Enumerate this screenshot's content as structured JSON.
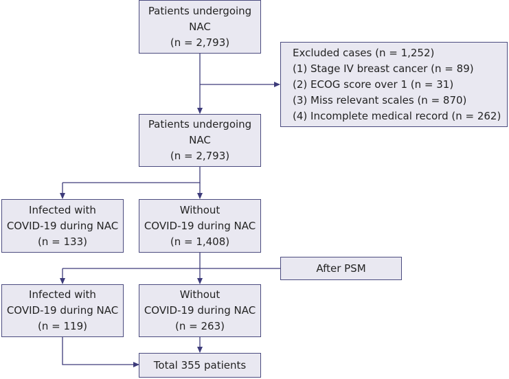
{
  "colors": {
    "box_fill": "#e9e8f1",
    "box_border": "#4a4a7e",
    "arrow": "#3d3b7a",
    "text": "#232323"
  },
  "nodes": {
    "start": {
      "lines": [
        "Patients undergoing",
        "NAC",
        "(n = 2,793)"
      ]
    },
    "excluded": {
      "lines": [
        "Excluded cases (n = 1,252)",
        "(1) Stage IV breast cancer (n = 89)",
        "(2) ECOG score over 1 (n = 31)",
        "(3) Miss relevant scales (n = 870)",
        "(4) Incomplete medical record (n = 262)"
      ]
    },
    "eligible": {
      "lines": [
        "Patients undergoing",
        "NAC",
        "(n = 2,793)"
      ]
    },
    "infected_pre": {
      "lines": [
        "Infected with",
        "COVID-19 during NAC",
        "(n = 133)"
      ]
    },
    "without_pre": {
      "lines": [
        "Without",
        "COVID-19 during NAC",
        "(n = 1,408)"
      ]
    },
    "psm": {
      "lines": [
        "After PSM"
      ]
    },
    "infected_post": {
      "lines": [
        "Infected with",
        "COVID-19 during NAC",
        "(n = 119)"
      ]
    },
    "without_post": {
      "lines": [
        "Without",
        "COVID-19 during NAC",
        "(n = 263)"
      ]
    },
    "total": {
      "lines": [
        "Total 355 patients"
      ]
    }
  }
}
